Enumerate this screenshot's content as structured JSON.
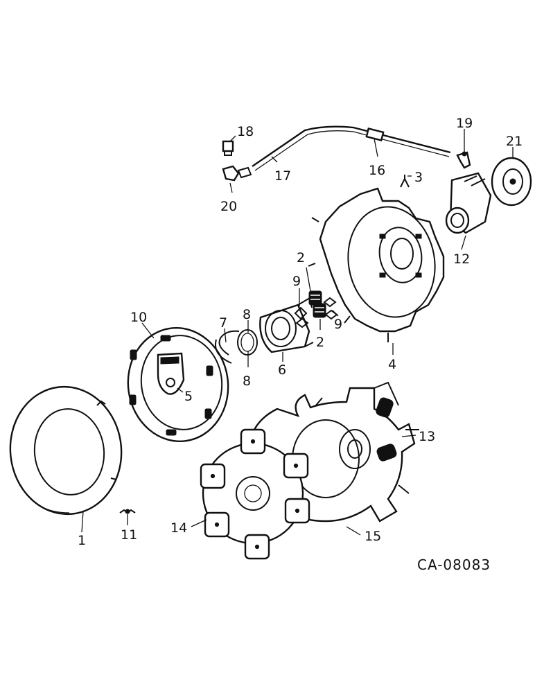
{
  "diagram": {
    "drawing_code": "CA-08083",
    "callouts": [
      {
        "id": "c1",
        "text": "1"
      },
      {
        "id": "c2a",
        "text": "2"
      },
      {
        "id": "c2b",
        "text": "2"
      },
      {
        "id": "c3",
        "text": "3"
      },
      {
        "id": "c4",
        "text": "4"
      },
      {
        "id": "c5",
        "text": "5"
      },
      {
        "id": "c6",
        "text": "6"
      },
      {
        "id": "c7",
        "text": "7"
      },
      {
        "id": "c8a",
        "text": "8"
      },
      {
        "id": "c8b",
        "text": "8"
      },
      {
        "id": "c9a",
        "text": "9"
      },
      {
        "id": "c9b",
        "text": "9"
      },
      {
        "id": "c10",
        "text": "10"
      },
      {
        "id": "c11",
        "text": "11"
      },
      {
        "id": "c12",
        "text": "12"
      },
      {
        "id": "c13",
        "text": "13"
      },
      {
        "id": "c14",
        "text": "14"
      },
      {
        "id": "c15",
        "text": "15"
      },
      {
        "id": "c16",
        "text": "16"
      },
      {
        "id": "c17",
        "text": "17"
      },
      {
        "id": "c18",
        "text": "18"
      },
      {
        "id": "c19",
        "text": "19"
      },
      {
        "id": "c20",
        "text": "20"
      },
      {
        "id": "c21",
        "text": "21"
      }
    ]
  }
}
